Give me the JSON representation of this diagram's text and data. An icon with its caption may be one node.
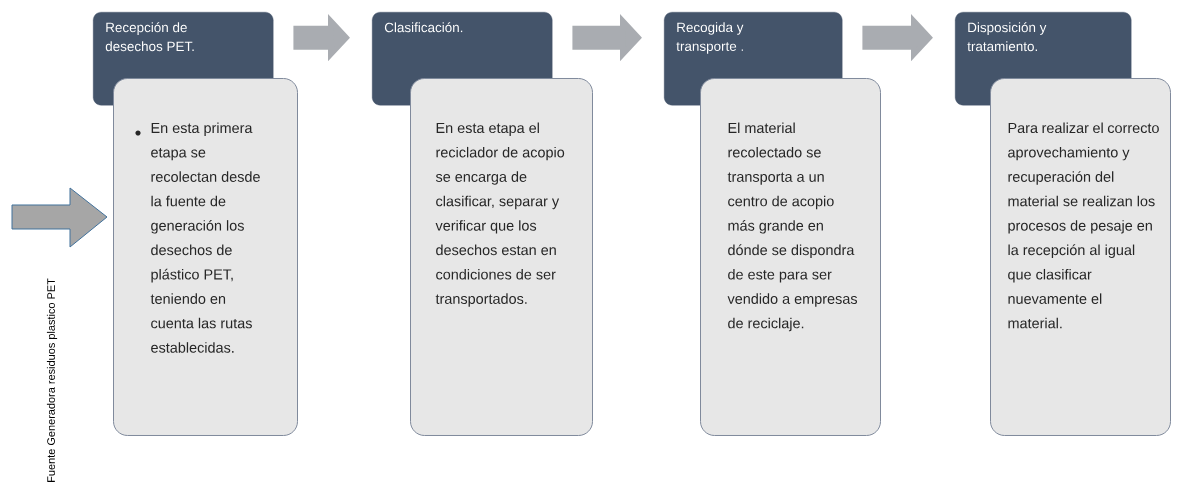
{
  "diagram": {
    "nodes": [
      {
        "text": [
          "Recepción de desechos PET."
        ]
      },
      {
        "text": [
          "En esta primera etapa se recolectan desde la fuente de generación los desechos de plástico PET, teniendo en cuenta las rutas establecidas."
        ]
      },
      {
        "text": [
          "Clasificación."
        ]
      },
      {
        "text": [
          "En esta etapa el reciclador de acopio se encarga de clasificar, separar y verificar que los desechos estan en condiciones de ser transportados."
        ]
      },
      {
        "text": [
          "Recogida y transporte ."
        ]
      },
      {
        "text": [
          "El material recolectado se transporta a un centro de acopio más grande en dónde se dispondra de este para ser vendido a empresas de reciclaje."
        ]
      },
      {
        "text": [
          "Disposición y tratamiento."
        ]
      },
      {
        "text": [
          "Para realizar el correcto aprovechamiento y recuperación del material se realizan los procesos de pesaje en la recepción al igual que clasificar nuevamente el material."
        ]
      }
    ],
    "edges": [
      {
        "from": null,
        "to": 1,
        "arrow": "to"
      },
      {
        "from": 0,
        "to": 2,
        "arrow": "to"
      },
      {
        "from": 2,
        "to": 4,
        "arrow": "to"
      },
      {
        "from": 4,
        "to": 6,
        "arrow": "to"
      }
    ],
    "labels": [
      "Fuente Generadora residuos plastico PET"
    ]
  }
}
